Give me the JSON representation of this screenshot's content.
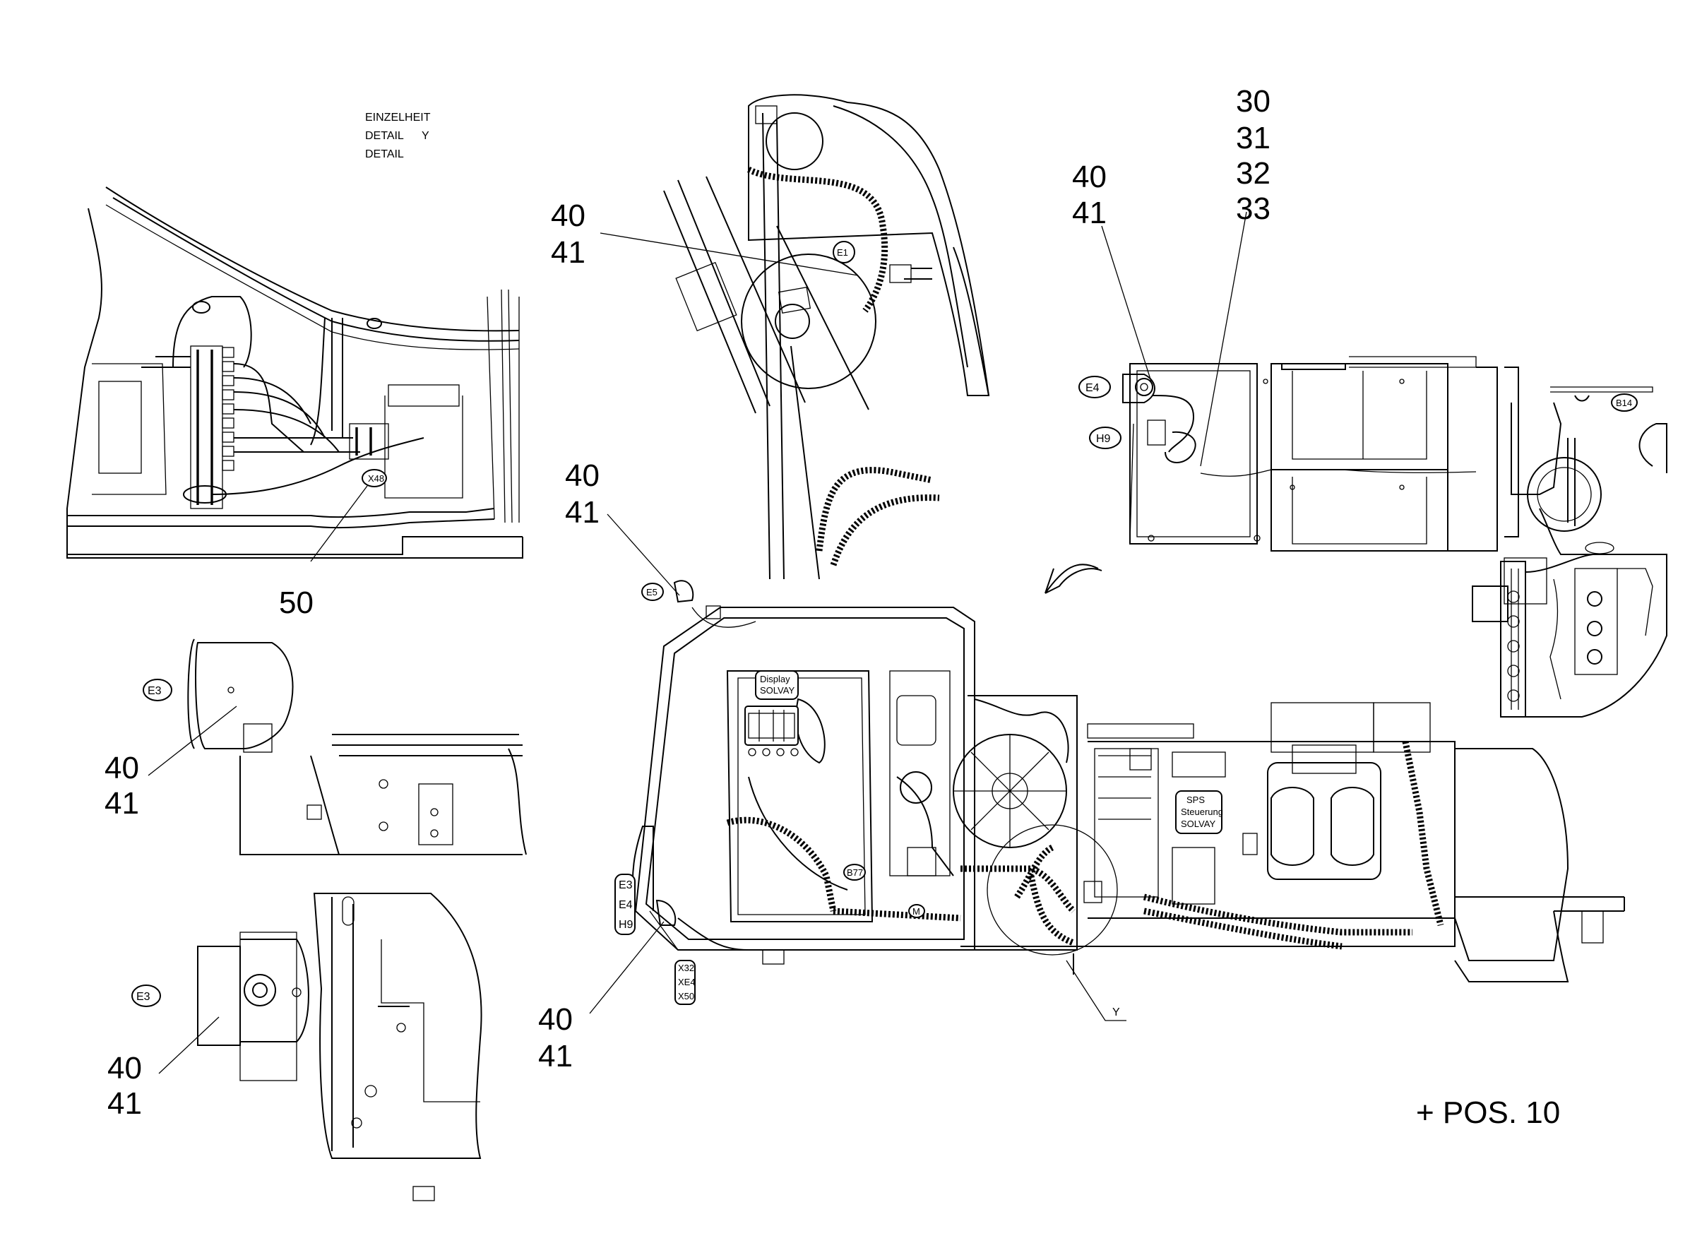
{
  "detail_heading": {
    "line1": "EINZELHEIT",
    "line2": "DETAIL",
    "line3": "DETAIL",
    "detail_letter": "Y"
  },
  "callouts": {
    "c50": "50",
    "c40": "40",
    "c41": "41",
    "c30": "30",
    "c31": "31",
    "c32": "32",
    "c33": "33",
    "pos10": "+ POS. 10",
    "y_label": "Y"
  },
  "refs": {
    "e1": "E1",
    "e3": "E3",
    "e4": "E4",
    "e5": "E5",
    "h9": "H9",
    "b14": "B14",
    "b77": "B77",
    "x48": "X48",
    "m": "M",
    "stack_e3": "E3",
    "stack_e4": "E4",
    "stack_h9": "H9",
    "stack_x32": "X32",
    "stack_xe4": "XE4",
    "stack_x50": "X50"
  },
  "panel_labels": {
    "display_1": "Display",
    "display_2": "SOLVAY",
    "sps_1": "SPS",
    "sps_2": "Steuerung",
    "sps_3": "SOLVAY"
  }
}
